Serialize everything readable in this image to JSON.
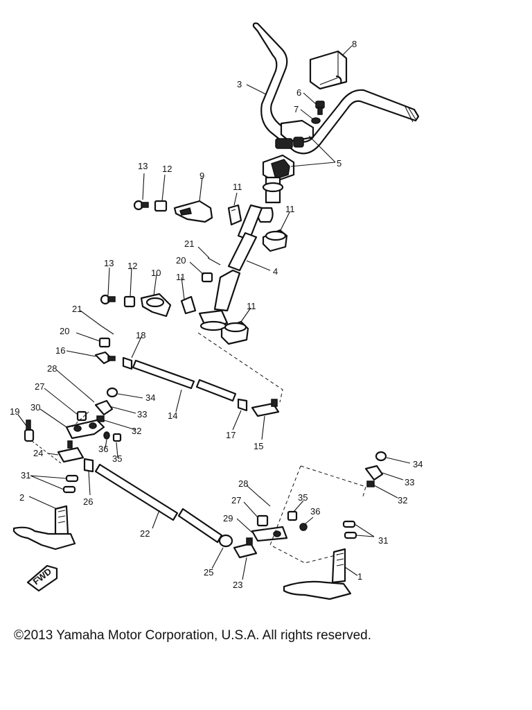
{
  "copyright": "©2013 Yamaha Motor Corporation, U.S.A. All rights reserved.",
  "fwd_tag": "FWD",
  "parts": [
    {
      "id": "p8",
      "n": "8"
    },
    {
      "id": "p3",
      "n": "3"
    },
    {
      "id": "p6",
      "n": "6"
    },
    {
      "id": "p7",
      "n": "7"
    },
    {
      "id": "p5",
      "n": "5"
    },
    {
      "id": "p13a",
      "n": "13"
    },
    {
      "id": "p12a",
      "n": "12"
    },
    {
      "id": "p9",
      "n": "9"
    },
    {
      "id": "p11a",
      "n": "11"
    },
    {
      "id": "p11b",
      "n": "11"
    },
    {
      "id": "p21a",
      "n": "21"
    },
    {
      "id": "p20a",
      "n": "20"
    },
    {
      "id": "p4",
      "n": "4"
    },
    {
      "id": "p13b",
      "n": "13"
    },
    {
      "id": "p12b",
      "n": "12"
    },
    {
      "id": "p10",
      "n": "10"
    },
    {
      "id": "p11c",
      "n": "11"
    },
    {
      "id": "p11d",
      "n": "11"
    },
    {
      "id": "p21b",
      "n": "21"
    },
    {
      "id": "p20b",
      "n": "20"
    },
    {
      "id": "p18",
      "n": "18"
    },
    {
      "id": "p16",
      "n": "16"
    },
    {
      "id": "p28a",
      "n": "28"
    },
    {
      "id": "p27a",
      "n": "27"
    },
    {
      "id": "p34a",
      "n": "34"
    },
    {
      "id": "p33a",
      "n": "33"
    },
    {
      "id": "p14",
      "n": "14"
    },
    {
      "id": "p17",
      "n": "17"
    },
    {
      "id": "p15",
      "n": "15"
    },
    {
      "id": "p30",
      "n": "30"
    },
    {
      "id": "p19",
      "n": "19"
    },
    {
      "id": "p32a",
      "n": "32"
    },
    {
      "id": "p36a",
      "n": "36"
    },
    {
      "id": "p35a",
      "n": "35"
    },
    {
      "id": "p24",
      "n": "24"
    },
    {
      "id": "p31a",
      "n": "31"
    },
    {
      "id": "p26",
      "n": "26"
    },
    {
      "id": "p2",
      "n": "2"
    },
    {
      "id": "p22",
      "n": "22"
    },
    {
      "id": "p34b",
      "n": "34"
    },
    {
      "id": "p33b",
      "n": "33"
    },
    {
      "id": "p32b",
      "n": "32"
    },
    {
      "id": "p28b",
      "n": "28"
    },
    {
      "id": "p35b",
      "n": "35"
    },
    {
      "id": "p27b",
      "n": "27"
    },
    {
      "id": "p36b",
      "n": "36"
    },
    {
      "id": "p29",
      "n": "29"
    },
    {
      "id": "p31b",
      "n": "31"
    },
    {
      "id": "p25",
      "n": "25"
    },
    {
      "id": "p23",
      "n": "23"
    },
    {
      "id": "p1",
      "n": "1"
    }
  ]
}
